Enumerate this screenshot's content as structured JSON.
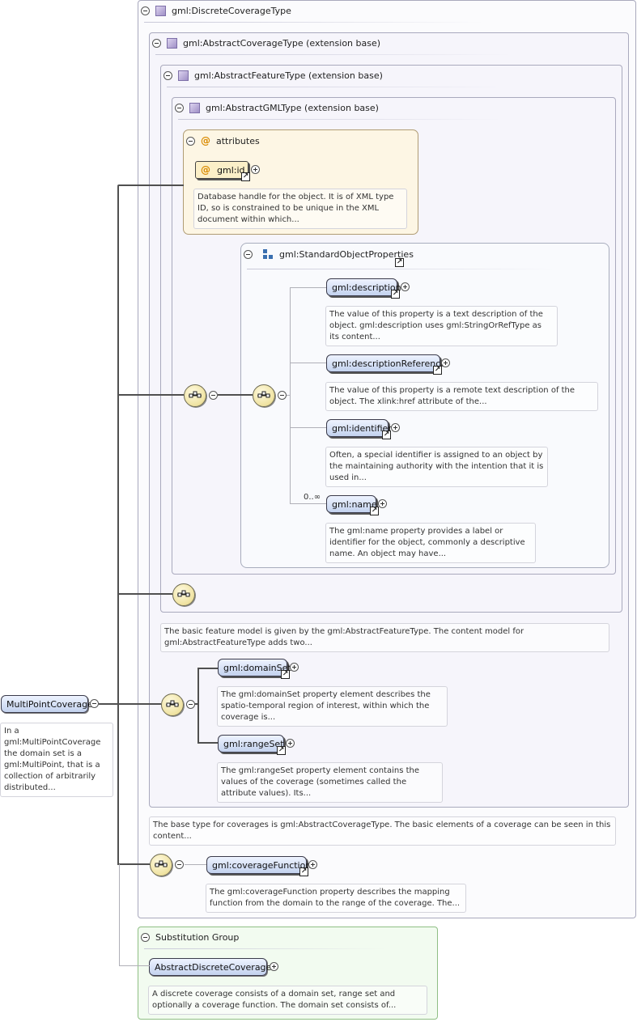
{
  "discrete_type": {
    "title": "gml:DiscreteCoverageType"
  },
  "abstract_coverage_type": {
    "title": "gml:AbstractCoverageType (extension base)"
  },
  "abstract_feature_type": {
    "title": "gml:AbstractFeatureType (extension base)"
  },
  "abstract_gml_type": {
    "title": "gml:AbstractGMLType (extension base)"
  },
  "attributes": {
    "title": "attributes",
    "gml_id": {
      "name": "gml:id",
      "doc": "Database handle for the object. It is of XML type ID, so is constrained to be unique in the XML document within which..."
    }
  },
  "standard_object_properties": {
    "title": "gml:StandardObjectProperties",
    "elements": [
      {
        "name": "gml:description",
        "doc": "The value of this property is a text description of the object. gml:description uses gml:StringOrRefType as its content..."
      },
      {
        "name": "gml:descriptionReference",
        "doc": "The value of this property is a remote text description of the object. The xlink:href attribute of the..."
      },
      {
        "name": "gml:identifier",
        "doc": "Often, a special identifier is assigned to an object by the maintaining authority with the intention that it is used in..."
      },
      {
        "name": "gml:name",
        "doc": "The gml:name property provides a label or identifier for the object, commonly a descriptive name. An object may have...",
        "cardinality": "0..∞"
      }
    ]
  },
  "feature_type_doc": "The basic feature model is given by the gml:AbstractFeatureType. The content model for gml:AbstractFeatureType adds two...",
  "coverage_elements": [
    {
      "name": "gml:domainSet",
      "doc": "The gml:domainSet property element describes the spatio-temporal region of interest, within which the coverage is..."
    },
    {
      "name": "gml:rangeSet",
      "doc": "The gml:rangeSet property element contains the values of the coverage (sometimes called the attribute values). Its..."
    }
  ],
  "coverage_type_doc": "The base type for coverages is gml:AbstractCoverageType. The basic elements of a coverage can be seen in this content...",
  "coverage_function": {
    "name": "gml:coverageFunction",
    "doc": "The gml:coverageFunction property describes the mapping function from the domain to the range of the coverage. The..."
  },
  "root": {
    "name": "MultiPointCoverage",
    "doc": "In a gml:MultiPointCoverage the domain set is a gml:MultiPoint, that is a collection of arbitrarily distributed..."
  },
  "substitution_group": {
    "title": "Substitution Group",
    "element": "AbstractDiscreteCoverage",
    "doc": "A discrete coverage consists of a domain set, range set and optionally a coverage function. The domain set consists of..."
  },
  "icons": {
    "type": "complex-type-icon",
    "attribute": "at-sign-icon",
    "group": "model-group-icon",
    "sequence": "sequence-compositor-icon",
    "reference": "arrow-reference-icon",
    "collapse": "minus-circle-icon",
    "expand": "plus-circle-icon"
  },
  "colors": {
    "element_fill": "#c3d2ee",
    "attribute_fill": "#fbefc8",
    "type_box": "#f6f5fb",
    "substitution_box": "#f2fbf0",
    "compositor": "#efe2a0"
  }
}
